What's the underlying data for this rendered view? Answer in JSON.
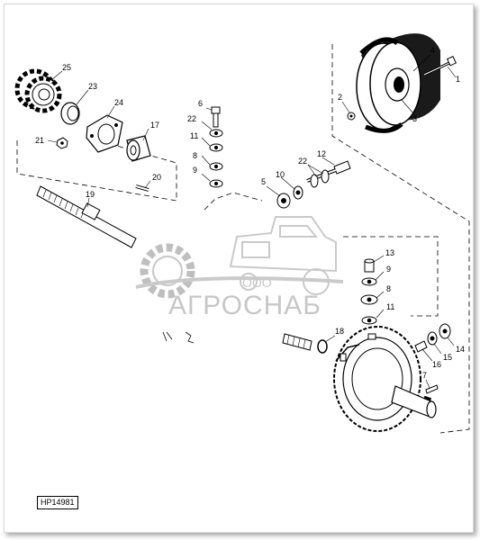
{
  "figure_id": "HP14981",
  "watermark": {
    "company_prefix": "ООО",
    "company_name": "АГРОСНАБ"
  },
  "callouts": [
    {
      "id": "c1",
      "text": "1"
    },
    {
      "id": "c2",
      "text": "2"
    },
    {
      "id": "c3",
      "text": "3"
    },
    {
      "id": "c4",
      "text": "4"
    },
    {
      "id": "c5",
      "text": "5"
    },
    {
      "id": "c6",
      "text": "6"
    },
    {
      "id": "c7",
      "text": "7"
    },
    {
      "id": "c8a",
      "text": "8"
    },
    {
      "id": "c8b",
      "text": "8"
    },
    {
      "id": "c9a",
      "text": "9"
    },
    {
      "id": "c9b",
      "text": "9"
    },
    {
      "id": "c10",
      "text": "10"
    },
    {
      "id": "c11a",
      "text": "11"
    },
    {
      "id": "c11b",
      "text": "11"
    },
    {
      "id": "c12",
      "text": "12"
    },
    {
      "id": "c13",
      "text": "13"
    },
    {
      "id": "c14",
      "text": "14"
    },
    {
      "id": "c15",
      "text": "15"
    },
    {
      "id": "c16",
      "text": "16"
    },
    {
      "id": "c17",
      "text": "17"
    },
    {
      "id": "c18",
      "text": "18"
    },
    {
      "id": "c19",
      "text": "19"
    },
    {
      "id": "c20",
      "text": "20"
    },
    {
      "id": "c21",
      "text": "21"
    },
    {
      "id": "c22a",
      "text": "22"
    },
    {
      "id": "c22b",
      "text": "22"
    },
    {
      "id": "c23",
      "text": "23"
    },
    {
      "id": "c24",
      "text": "24"
    },
    {
      "id": "c25",
      "text": "25"
    }
  ]
}
